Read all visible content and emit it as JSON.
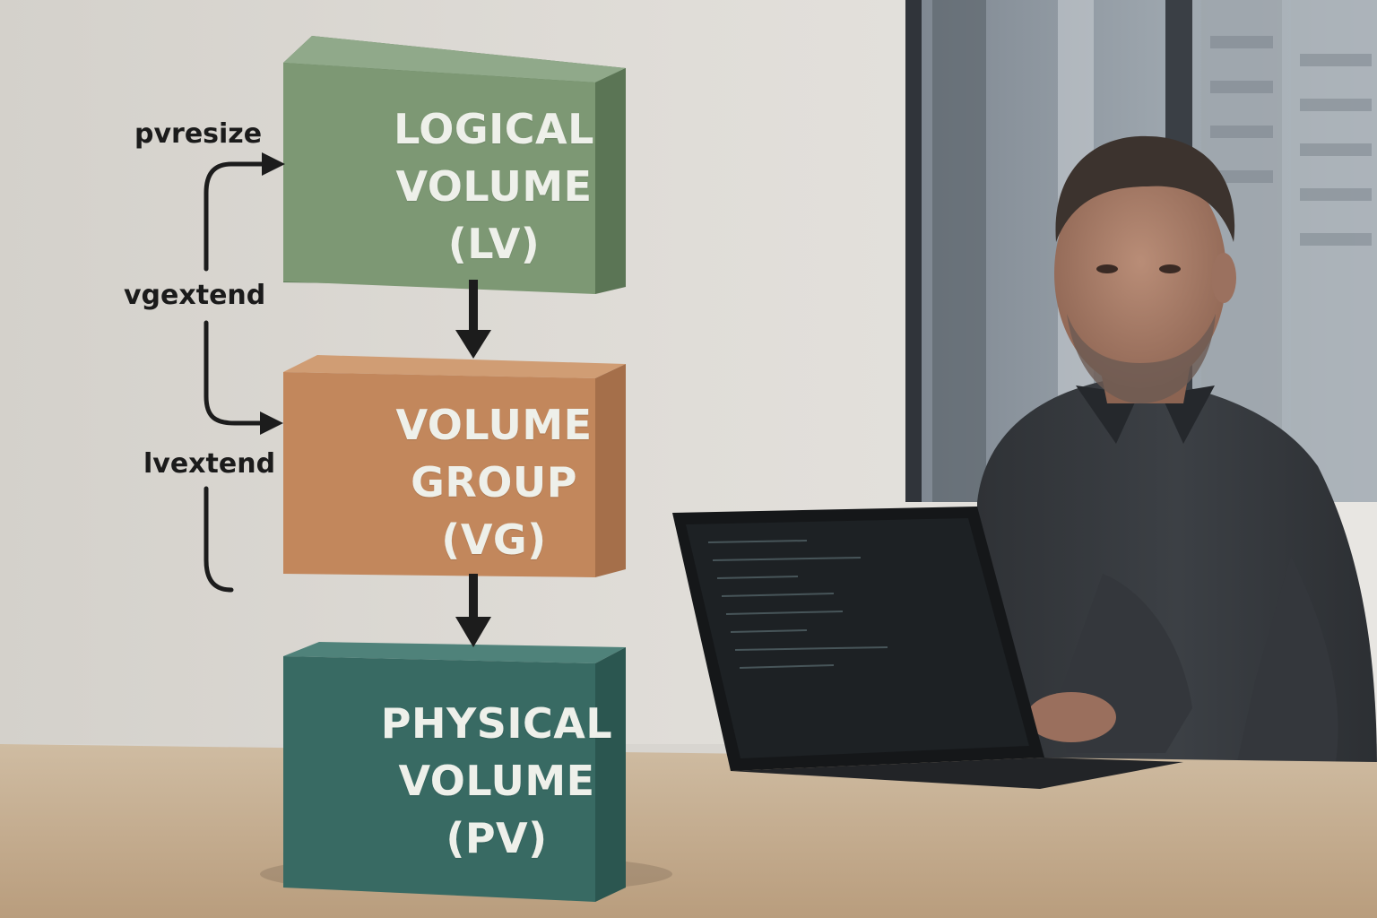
{
  "blocks": {
    "lv": {
      "line1": "LOGICAL",
      "line2": "VOLUME",
      "line3": "(LV)",
      "color": "#7d9874"
    },
    "vg": {
      "line1": "VOLUME",
      "line2": "GROUP",
      "line3": "(VG)",
      "color": "#c2875c"
    },
    "pv": {
      "line1": "PHYSICAL",
      "line2": "VOLUME",
      "line3": "(PV)",
      "color": "#386a63"
    }
  },
  "commands": {
    "pvresize": "pvresize",
    "vgextend": "vgextend",
    "lvextend": "lvextend"
  },
  "colors": {
    "wall": "#d9d6d1",
    "desk": "#c9b397",
    "arrow": "#1c1c1c"
  }
}
